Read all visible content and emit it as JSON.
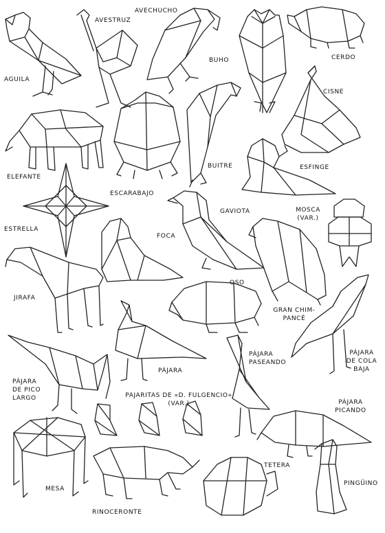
{
  "figures": [
    {
      "key": "aguila",
      "label": "AGUILA"
    },
    {
      "key": "avestruz",
      "label": "AVESTRUZ"
    },
    {
      "key": "avechucho",
      "label": "AVECHUCHO"
    },
    {
      "key": "buho",
      "label": "BUHO"
    },
    {
      "key": "cerdo",
      "label": "CERDO"
    },
    {
      "key": "cisne",
      "label": "CISNE"
    },
    {
      "key": "elefante",
      "label": "ELEFANTE"
    },
    {
      "key": "escarabajo",
      "label": "ESCARABAJO"
    },
    {
      "key": "buitre",
      "label": "BUITRE"
    },
    {
      "key": "esfinge",
      "label": "ESFINGE"
    },
    {
      "key": "estrella",
      "label": "ESTRELLA"
    },
    {
      "key": "gaviota",
      "label": "GAVIOTA"
    },
    {
      "key": "mosca",
      "label": "MOSCA\n(VAR.)"
    },
    {
      "key": "foca",
      "label": "FOCA"
    },
    {
      "key": "jirafa",
      "label": "JIRAFA"
    },
    {
      "key": "oso",
      "label": "OSO"
    },
    {
      "key": "chimpance",
      "label": "GRAN CHIM-\nPANCÉ"
    },
    {
      "key": "pajara",
      "label": "PÁJARA"
    },
    {
      "key": "pajara_paseando",
      "label": "PÁJARA\nPASEANDO"
    },
    {
      "key": "pajara_cola_baja",
      "label": "PÁJARA\nDE COLA\nBAJA"
    },
    {
      "key": "pajara_pico_largo",
      "label": "PÁJARA\nDE PICO\nLARGO"
    },
    {
      "key": "pajaritas",
      "label": "PAJARITAS DE «D. FULGENCIO»\n(VAR.)"
    },
    {
      "key": "pajara_picando",
      "label": "PÁJARA\nPICANDO"
    },
    {
      "key": "mesa",
      "label": "MESA"
    },
    {
      "key": "rinoceronte",
      "label": "RINOCERONTE"
    },
    {
      "key": "tetera",
      "label": "TETERA"
    },
    {
      "key": "pinguino",
      "label": "PINGÜINO"
    }
  ]
}
